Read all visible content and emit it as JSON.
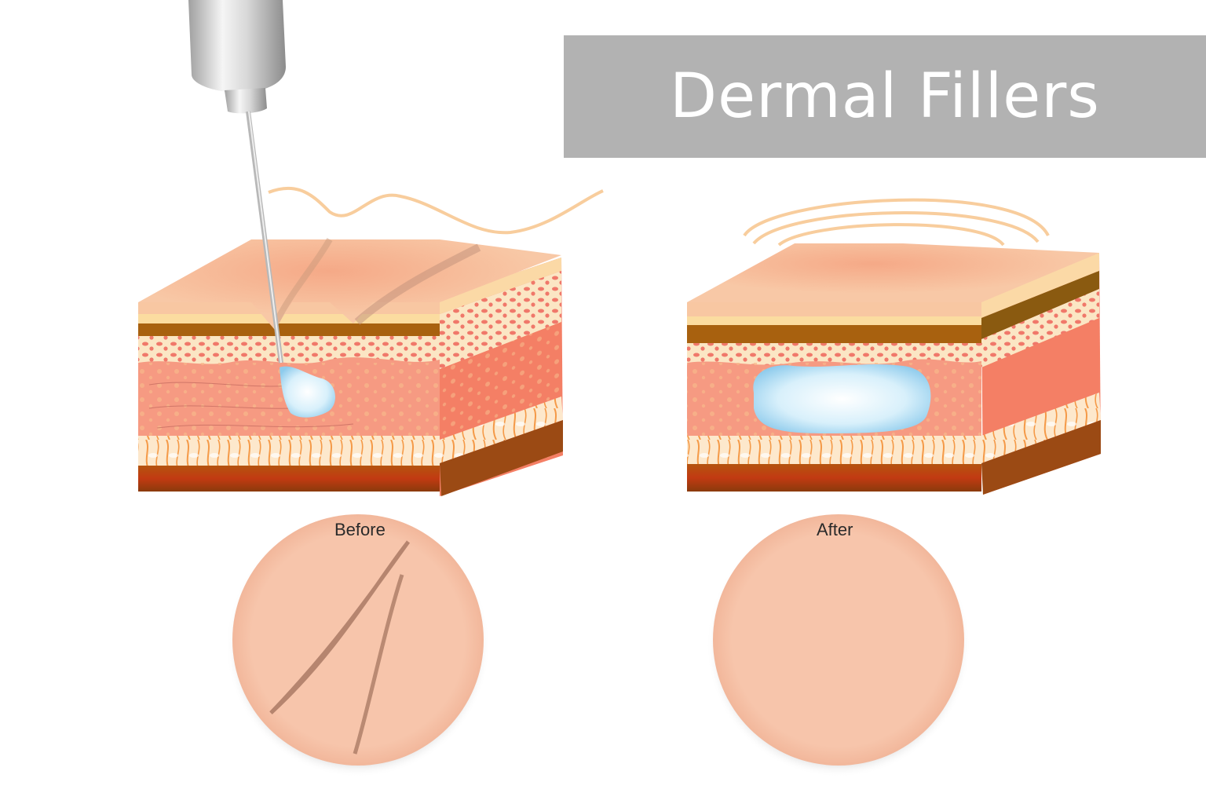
{
  "title": "Dermal Fillers",
  "panels": {
    "before": {
      "label": "Before",
      "illustration": "skin-cross-section-with-wrinkles-and-needle-injection"
    },
    "after": {
      "label": "After",
      "illustration": "skin-cross-section-with-filler-smooth-surface"
    }
  },
  "colors": {
    "banner": "#b2b2b2",
    "banner_text": "#ffffff",
    "skin_surface": "#f7c4a3",
    "epidermis_light": "#fbdca0",
    "epidermis_dark": "#a8610f",
    "dermis_pattern": "#f08070",
    "dermis": "#f69a82",
    "hypodermis": "#fbe3c4",
    "muscle": "#9b3f10",
    "filler": "#bfe4f6",
    "needle": "#c8c8c8",
    "wave_line": "#f7c99a",
    "circle_skin": "#f7c5ab"
  }
}
